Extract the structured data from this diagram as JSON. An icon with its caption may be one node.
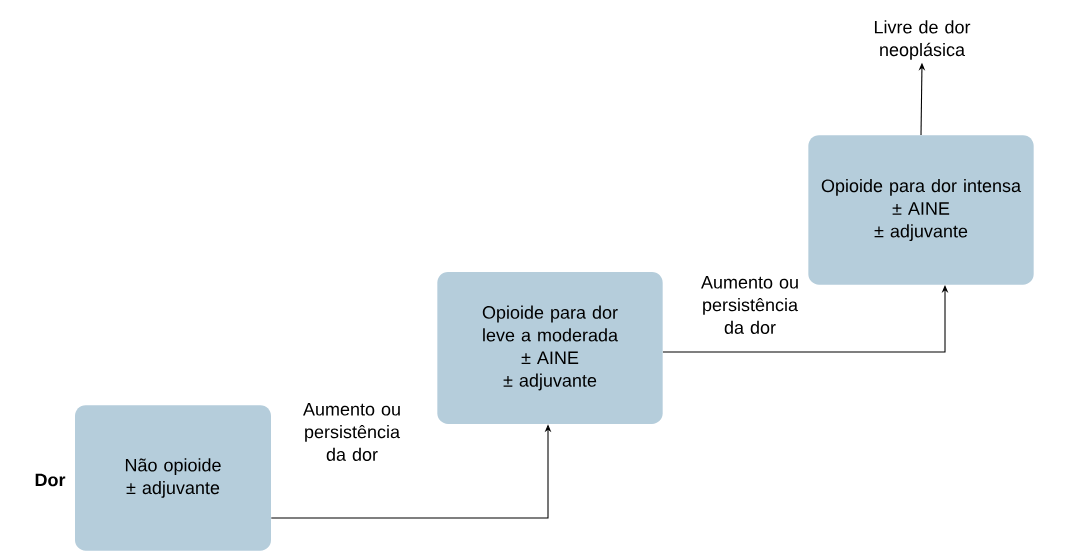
{
  "diagram": {
    "nodes": [
      {
        "text": [
          "Não opioide",
          "± adjuvante"
        ]
      },
      {
        "text": [
          "Opioide para dor leve a moderada",
          "± AINE",
          "± adjuvante"
        ]
      },
      {
        "text": [
          "Opioide para dor intensa",
          "± AINE",
          "± adjuvante"
        ]
      },
      {
        "text": [
          "Livre de dor neoplásica"
        ]
      }
    ],
    "edges": [
      {
        "from": 0,
        "to": 1,
        "arrow": "to",
        "label": "Aumento ou persistência da dor"
      },
      {
        "from": 1,
        "to": 2,
        "arrow": "to",
        "label": "Aumento ou persistência da dor"
      },
      {
        "from": 2,
        "to": 3,
        "arrow": "to"
      }
    ],
    "labels": [
      "Dor"
    ]
  }
}
